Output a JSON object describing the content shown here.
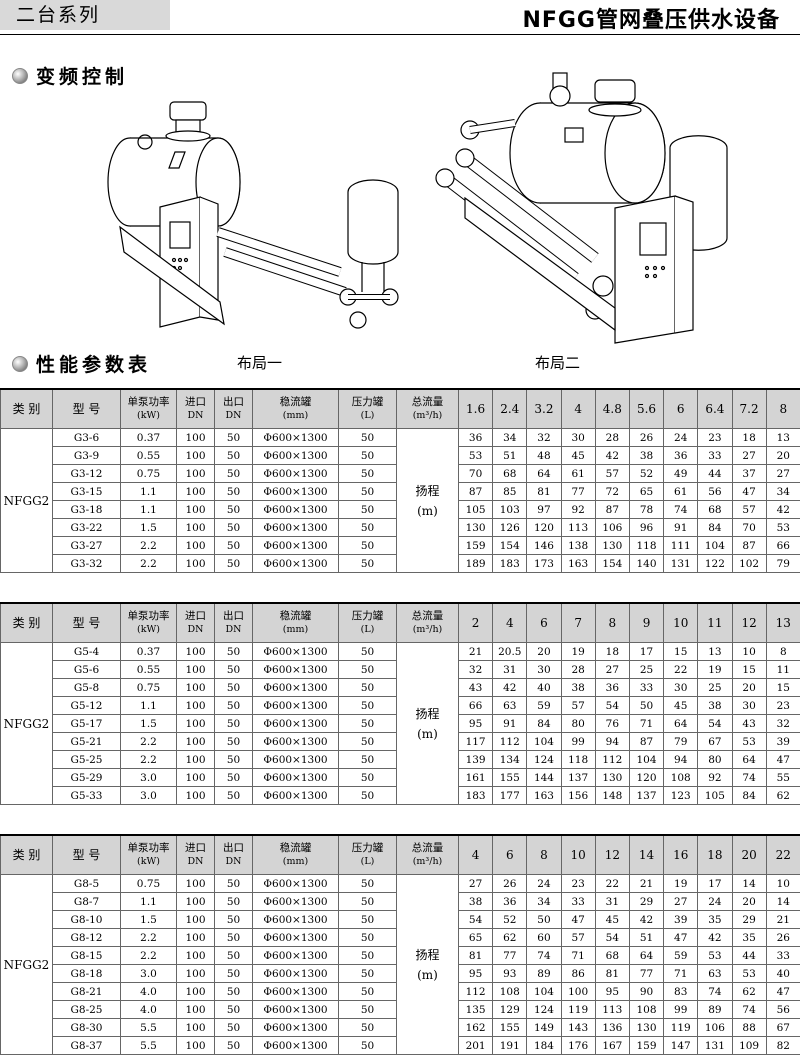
{
  "header": {
    "series": "二台系列",
    "title": "NFGG管网叠压供水设备"
  },
  "sections": {
    "vfd": "变频控制",
    "performance": "性能参数表"
  },
  "layouts": {
    "layout1": "布局一",
    "layout2": "布局二"
  },
  "tables": [
    {
      "headers": {
        "category": "类 别",
        "model": "型 号",
        "power": [
          "单泵功率",
          "(kW)"
        ],
        "inlet": [
          "进口",
          "DN"
        ],
        "outlet": [
          "出口",
          "DN"
        ],
        "tank": [
          "稳流罐",
          "(mm)"
        ],
        "pressure_tank": [
          "压力罐",
          "(L)"
        ],
        "flow": [
          "总流量",
          "(m³/h)"
        ]
      },
      "category": "NFGG2",
      "head_label": [
        "扬程",
        "(m)"
      ],
      "flows": [
        "1.6",
        "2.4",
        "3.2",
        "4",
        "4.8",
        "5.6",
        "6",
        "6.4",
        "7.2",
        "8"
      ],
      "rows": [
        {
          "model": "G3-6",
          "power": "0.37",
          "inlet": "100",
          "outlet": "50",
          "tank": "Φ600×1300",
          "ptank": "50",
          "heads": [
            "36",
            "34",
            "32",
            "30",
            "28",
            "26",
            "24",
            "23",
            "18",
            "13"
          ]
        },
        {
          "model": "G3-9",
          "power": "0.55",
          "inlet": "100",
          "outlet": "50",
          "tank": "Φ600×1300",
          "ptank": "50",
          "heads": [
            "53",
            "51",
            "48",
            "45",
            "42",
            "38",
            "36",
            "33",
            "27",
            "20"
          ]
        },
        {
          "model": "G3-12",
          "power": "0.75",
          "inlet": "100",
          "outlet": "50",
          "tank": "Φ600×1300",
          "ptank": "50",
          "heads": [
            "70",
            "68",
            "64",
            "61",
            "57",
            "52",
            "49",
            "44",
            "37",
            "27"
          ]
        },
        {
          "model": "G3-15",
          "power": "1.1",
          "inlet": "100",
          "outlet": "50",
          "tank": "Φ600×1300",
          "ptank": "50",
          "heads": [
            "87",
            "85",
            "81",
            "77",
            "72",
            "65",
            "61",
            "56",
            "47",
            "34"
          ]
        },
        {
          "model": "G3-18",
          "power": "1.1",
          "inlet": "100",
          "outlet": "50",
          "tank": "Φ600×1300",
          "ptank": "50",
          "heads": [
            "105",
            "103",
            "97",
            "92",
            "87",
            "78",
            "74",
            "68",
            "57",
            "42"
          ]
        },
        {
          "model": "G3-22",
          "power": "1.5",
          "inlet": "100",
          "outlet": "50",
          "tank": "Φ600×1300",
          "ptank": "50",
          "heads": [
            "130",
            "126",
            "120",
            "113",
            "106",
            "96",
            "91",
            "84",
            "70",
            "53"
          ]
        },
        {
          "model": "G3-27",
          "power": "2.2",
          "inlet": "100",
          "outlet": "50",
          "tank": "Φ600×1300",
          "ptank": "50",
          "heads": [
            "159",
            "154",
            "146",
            "138",
            "130",
            "118",
            "111",
            "104",
            "87",
            "66"
          ]
        },
        {
          "model": "G3-32",
          "power": "2.2",
          "inlet": "100",
          "outlet": "50",
          "tank": "Φ600×1300",
          "ptank": "50",
          "heads": [
            "189",
            "183",
            "173",
            "163",
            "154",
            "140",
            "131",
            "122",
            "102",
            "79"
          ]
        }
      ]
    },
    {
      "headers": {
        "category": "类 别",
        "model": "型 号",
        "power": [
          "单泵功率",
          "(kW)"
        ],
        "inlet": [
          "进口",
          "DN"
        ],
        "outlet": [
          "出口",
          "DN"
        ],
        "tank": [
          "稳流罐",
          "(mm)"
        ],
        "pressure_tank": [
          "压力罐",
          "(L)"
        ],
        "flow": [
          "总流量",
          "(m³/h)"
        ]
      },
      "category": "NFGG2",
      "head_label": [
        "扬程",
        "(m)"
      ],
      "flows": [
        "2",
        "4",
        "6",
        "7",
        "8",
        "9",
        "10",
        "11",
        "12",
        "13"
      ],
      "rows": [
        {
          "model": "G5-4",
          "power": "0.37",
          "inlet": "100",
          "outlet": "50",
          "tank": "Φ600×1300",
          "ptank": "50",
          "heads": [
            "21",
            "20.5",
            "20",
            "19",
            "18",
            "17",
            "15",
            "13",
            "10",
            "8"
          ]
        },
        {
          "model": "G5-6",
          "power": "0.55",
          "inlet": "100",
          "outlet": "50",
          "tank": "Φ600×1300",
          "ptank": "50",
          "heads": [
            "32",
            "31",
            "30",
            "28",
            "27",
            "25",
            "22",
            "19",
            "15",
            "11"
          ]
        },
        {
          "model": "G5-8",
          "power": "0.75",
          "inlet": "100",
          "outlet": "50",
          "tank": "Φ600×1300",
          "ptank": "50",
          "heads": [
            "43",
            "42",
            "40",
            "38",
            "36",
            "33",
            "30",
            "25",
            "20",
            "15"
          ]
        },
        {
          "model": "G5-12",
          "power": "1.1",
          "inlet": "100",
          "outlet": "50",
          "tank": "Φ600×1300",
          "ptank": "50",
          "heads": [
            "66",
            "63",
            "59",
            "57",
            "54",
            "50",
            "45",
            "38",
            "30",
            "23"
          ]
        },
        {
          "model": "G5-17",
          "power": "1.5",
          "inlet": "100",
          "outlet": "50",
          "tank": "Φ600×1300",
          "ptank": "50",
          "heads": [
            "95",
            "91",
            "84",
            "80",
            "76",
            "71",
            "64",
            "54",
            "43",
            "32"
          ]
        },
        {
          "model": "G5-21",
          "power": "2.2",
          "inlet": "100",
          "outlet": "50",
          "tank": "Φ600×1300",
          "ptank": "50",
          "heads": [
            "117",
            "112",
            "104",
            "99",
            "94",
            "87",
            "79",
            "67",
            "53",
            "39"
          ]
        },
        {
          "model": "G5-25",
          "power": "2.2",
          "inlet": "100",
          "outlet": "50",
          "tank": "Φ600×1300",
          "ptank": "50",
          "heads": [
            "139",
            "134",
            "124",
            "118",
            "112",
            "104",
            "94",
            "80",
            "64",
            "47"
          ]
        },
        {
          "model": "G5-29",
          "power": "3.0",
          "inlet": "100",
          "outlet": "50",
          "tank": "Φ600×1300",
          "ptank": "50",
          "heads": [
            "161",
            "155",
            "144",
            "137",
            "130",
            "120",
            "108",
            "92",
            "74",
            "55"
          ]
        },
        {
          "model": "G5-33",
          "power": "3.0",
          "inlet": "100",
          "outlet": "50",
          "tank": "Φ600×1300",
          "ptank": "50",
          "heads": [
            "183",
            "177",
            "163",
            "156",
            "148",
            "137",
            "123",
            "105",
            "84",
            "62"
          ]
        }
      ]
    },
    {
      "headers": {
        "category": "类 别",
        "model": "型 号",
        "power": [
          "单泵功率",
          "(kW)"
        ],
        "inlet": [
          "进口",
          "DN"
        ],
        "outlet": [
          "出口",
          "DN"
        ],
        "tank": [
          "稳流罐",
          "(mm)"
        ],
        "pressure_tank": [
          "压力罐",
          "(L)"
        ],
        "flow": [
          "总流量",
          "(m³/h)"
        ]
      },
      "category": "NFGG2",
      "head_label": [
        "扬程",
        "(m)"
      ],
      "flows": [
        "4",
        "6",
        "8",
        "10",
        "12",
        "14",
        "16",
        "18",
        "20",
        "22"
      ],
      "rows": [
        {
          "model": "G8-5",
          "power": "0.75",
          "inlet": "100",
          "outlet": "50",
          "tank": "Φ600×1300",
          "ptank": "50",
          "heads": [
            "27",
            "26",
            "24",
            "23",
            "22",
            "21",
            "19",
            "17",
            "14",
            "10"
          ]
        },
        {
          "model": "G8-7",
          "power": "1.1",
          "inlet": "100",
          "outlet": "50",
          "tank": "Φ600×1300",
          "ptank": "50",
          "heads": [
            "38",
            "36",
            "34",
            "33",
            "31",
            "29",
            "27",
            "24",
            "20",
            "14"
          ]
        },
        {
          "model": "G8-10",
          "power": "1.5",
          "inlet": "100",
          "outlet": "50",
          "tank": "Φ600×1300",
          "ptank": "50",
          "heads": [
            "54",
            "52",
            "50",
            "47",
            "45",
            "42",
            "39",
            "35",
            "29",
            "21"
          ]
        },
        {
          "model": "G8-12",
          "power": "2.2",
          "inlet": "100",
          "outlet": "50",
          "tank": "Φ600×1300",
          "ptank": "50",
          "heads": [
            "65",
            "62",
            "60",
            "57",
            "54",
            "51",
            "47",
            "42",
            "35",
            "26"
          ]
        },
        {
          "model": "G8-15",
          "power": "2.2",
          "inlet": "100",
          "outlet": "50",
          "tank": "Φ600×1300",
          "ptank": "50",
          "heads": [
            "81",
            "77",
            "74",
            "71",
            "68",
            "64",
            "59",
            "53",
            "44",
            "33"
          ]
        },
        {
          "model": "G8-18",
          "power": "3.0",
          "inlet": "100",
          "outlet": "50",
          "tank": "Φ600×1300",
          "ptank": "50",
          "heads": [
            "95",
            "93",
            "89",
            "86",
            "81",
            "77",
            "71",
            "63",
            "53",
            "40"
          ]
        },
        {
          "model": "G8-21",
          "power": "4.0",
          "inlet": "100",
          "outlet": "50",
          "tank": "Φ600×1300",
          "ptank": "50",
          "heads": [
            "112",
            "108",
            "104",
            "100",
            "95",
            "90",
            "83",
            "74",
            "62",
            "47"
          ]
        },
        {
          "model": "G8-25",
          "power": "4.0",
          "inlet": "100",
          "outlet": "50",
          "tank": "Φ600×1300",
          "ptank": "50",
          "heads": [
            "135",
            "129",
            "124",
            "119",
            "113",
            "108",
            "99",
            "89",
            "74",
            "56"
          ]
        },
        {
          "model": "G8-30",
          "power": "5.5",
          "inlet": "100",
          "outlet": "50",
          "tank": "Φ600×1300",
          "ptank": "50",
          "heads": [
            "162",
            "155",
            "149",
            "143",
            "136",
            "130",
            "119",
            "106",
            "88",
            "67"
          ]
        },
        {
          "model": "G8-37",
          "power": "5.5",
          "inlet": "100",
          "outlet": "50",
          "tank": "Φ600×1300",
          "ptank": "50",
          "heads": [
            "201",
            "191",
            "184",
            "176",
            "167",
            "159",
            "147",
            "131",
            "109",
            "82"
          ]
        }
      ]
    }
  ]
}
